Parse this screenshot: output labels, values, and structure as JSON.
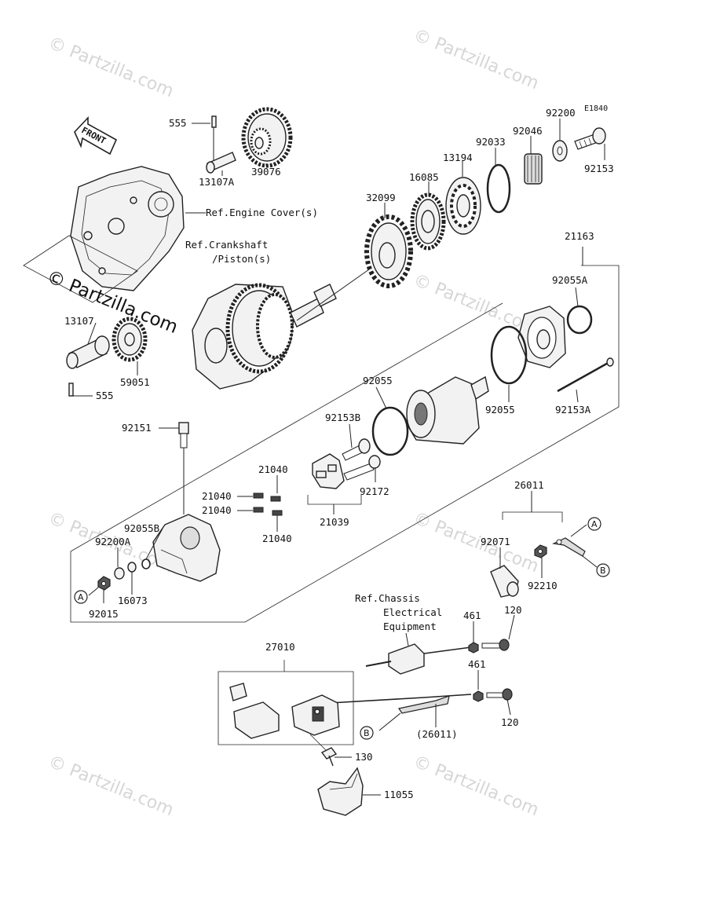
{
  "diagram_code": "E1840",
  "watermark_text": "© Partzilla.com",
  "overlay_watermark_text": "© Partzilla.com",
  "front_arrow_label": "FRONT",
  "refs": {
    "engine_cover": "Ref.Engine Cover(s)",
    "crankshaft_line1": "Ref.Crankshaft",
    "crankshaft_line2": "/Piston(s)",
    "chassis_line1": "Ref.Chassis",
    "chassis_line2": "Electrical",
    "chassis_line3": "Equipment"
  },
  "connectors": {
    "a": "A",
    "b": "B"
  },
  "parts": {
    "p555_top": "555",
    "p13107A": "13107A",
    "p39076": "39076",
    "p92200": "92200",
    "p92046": "92046",
    "p92033": "92033",
    "p13194": "13194",
    "p16085": "16085",
    "p32099": "32099",
    "p92153": "92153",
    "p21163": "21163",
    "p92055A": "92055A",
    "p13107": "13107",
    "p59051": "59051",
    "p555_bottom": "555",
    "p92055_left": "92055",
    "p92055_right": "92055",
    "p92153A": "92153A",
    "p92153B": "92153B",
    "p92151": "92151",
    "p92172": "92172",
    "p21040_a": "21040",
    "p21040_b": "21040",
    "p21040_c": "21040",
    "p21040_d": "21040",
    "p21039": "21039",
    "p92055B": "92055B",
    "p92200A": "92200A",
    "p16073": "16073",
    "p92015": "92015",
    "p26011": "26011",
    "p92071": "92071",
    "p92210": "92210",
    "p461_a": "461",
    "p120_a": "120",
    "p461_b": "461",
    "p120_b": "120",
    "p27010": "27010",
    "p26011_paren": "(26011)",
    "p130": "130",
    "p11055": "11055"
  }
}
